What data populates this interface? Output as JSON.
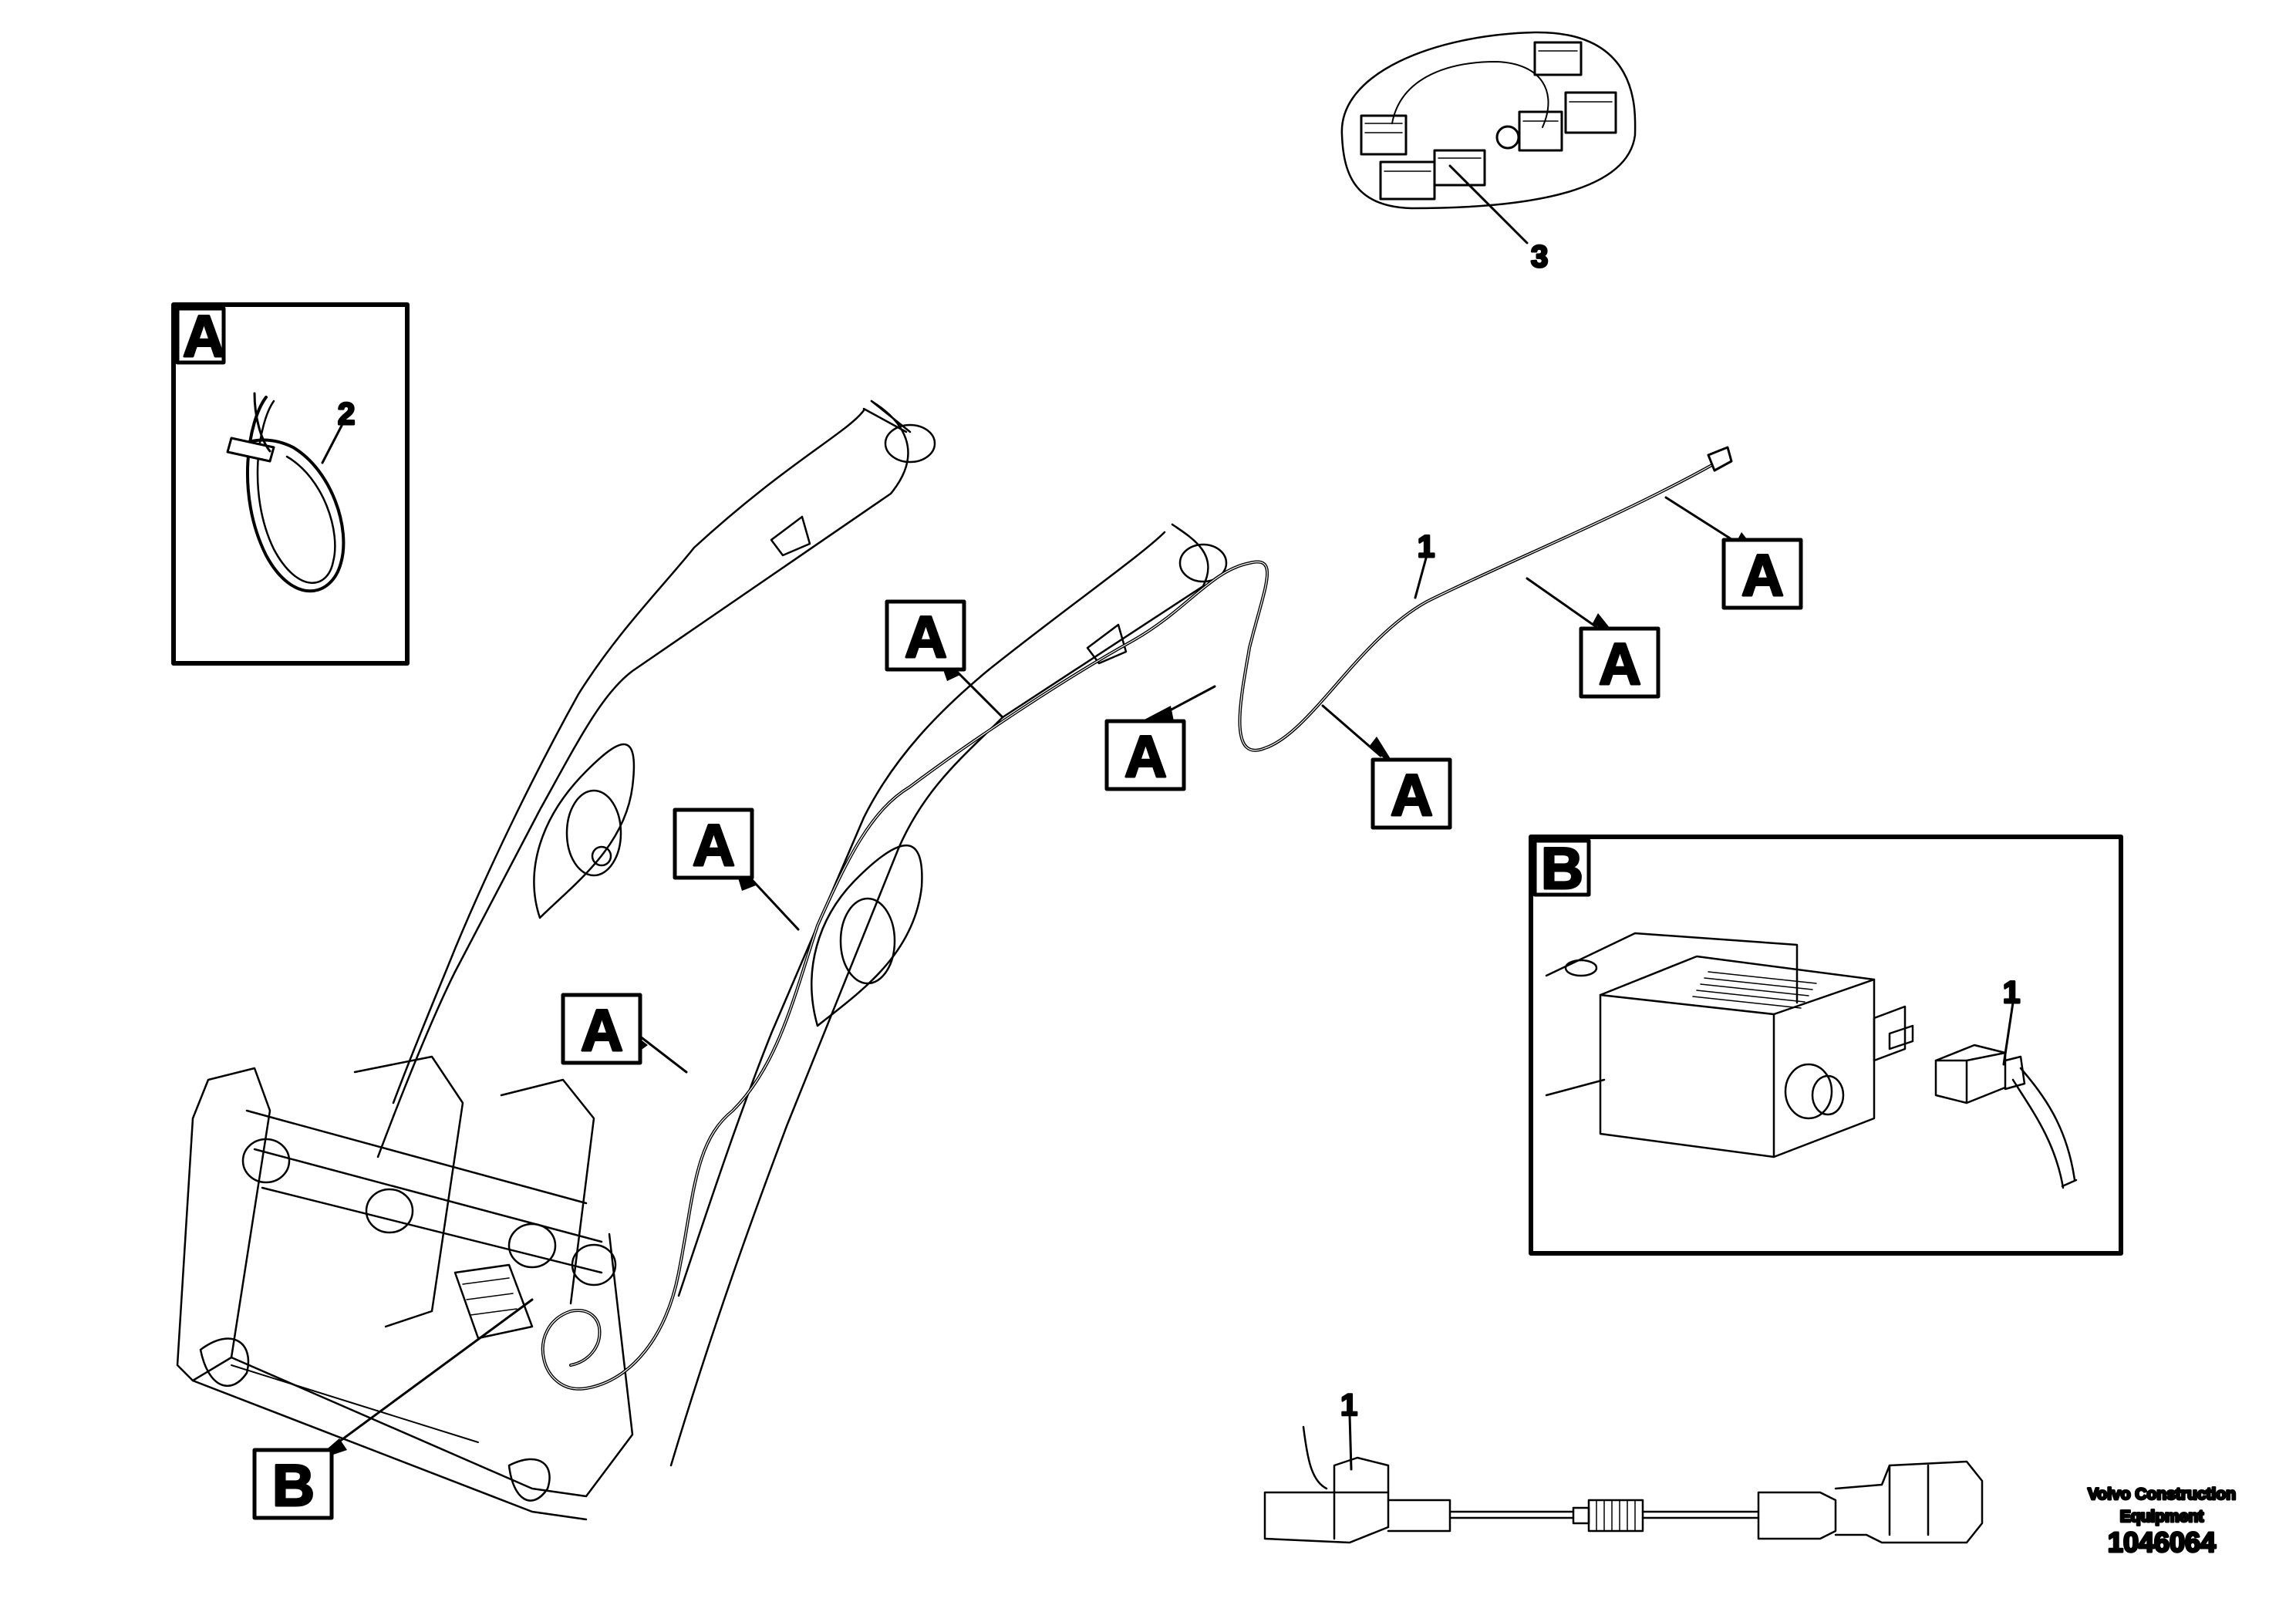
{
  "labels": {
    "detail_a": "A",
    "detail_b": "B",
    "callout_a": "A",
    "callout_b": "B",
    "part_1": "1",
    "part_2": "2",
    "part_3": "3"
  },
  "footer": {
    "brand_line1": "Volvo Construction",
    "brand_line2": "Equipment",
    "drawing_number": "1046064"
  }
}
